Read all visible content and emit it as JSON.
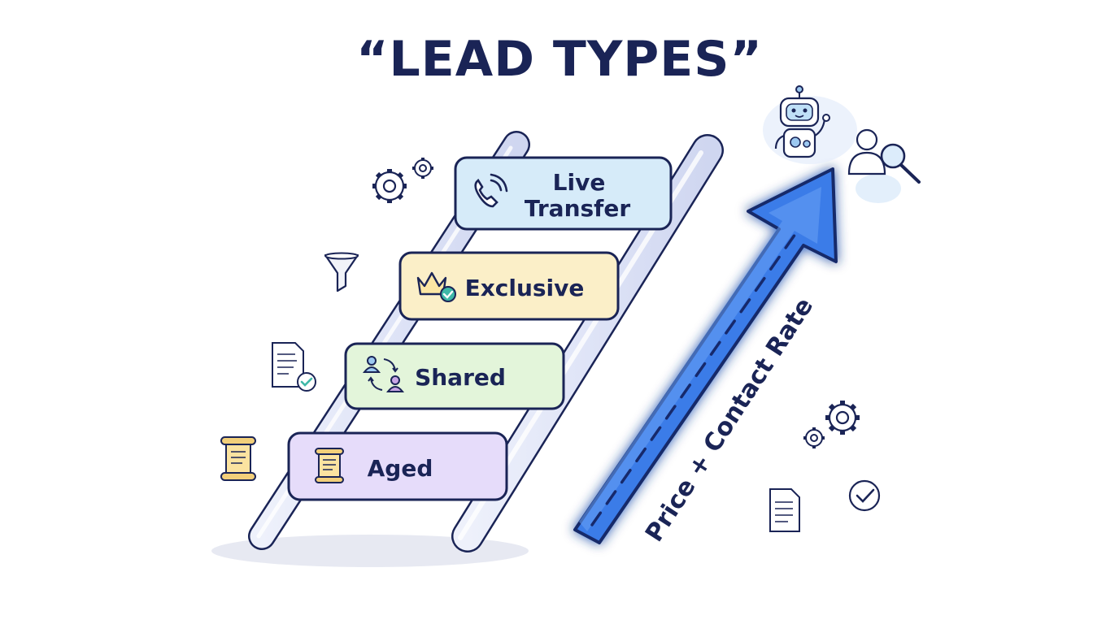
{
  "title": "“LEAD TYPES”",
  "ladder": {
    "rungs": [
      {
        "lines": [
          "Live",
          "Transfer"
        ],
        "icon": "phone-icon",
        "color": "#d6ebf9"
      },
      {
        "lines": [
          "Exclusive"
        ],
        "icon": "crown-check-icon",
        "color": "#fbefc8"
      },
      {
        "lines": [
          "Shared"
        ],
        "icon": "people-exchange-icon",
        "color": "#e3f5da"
      },
      {
        "lines": [
          "Aged"
        ],
        "icon": "scroll-icon",
        "color": "#e6dcfa"
      }
    ]
  },
  "arrow": {
    "label": "Price + Contact Rate",
    "color": "#3b7be8"
  },
  "decorations": [
    "gear-icon",
    "funnel-icon",
    "document-check-icon",
    "scroll-icon",
    "robot-icon",
    "user-search-icon",
    "document-icon",
    "checkmark-circle-icon"
  ]
}
